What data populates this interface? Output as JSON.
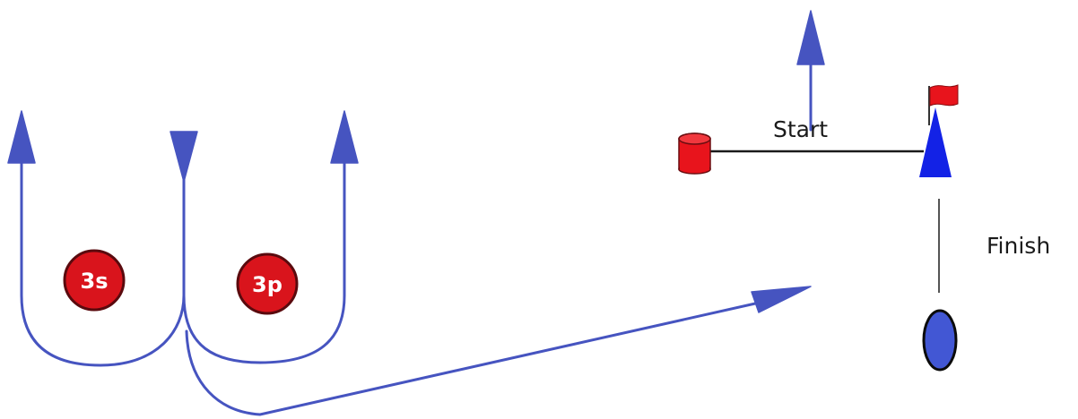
{
  "marks": {
    "port_gate_label": "3s",
    "starboard_gate_label": "3p"
  },
  "lines": {
    "start_label": "Start",
    "finish_label": "Finish"
  },
  "colors": {
    "route": "#4654c0",
    "mark_fill": "#d9141c",
    "mark_outline": "#5a0a0e",
    "committee_boat": "#1322e6",
    "flag": "#e8141c",
    "finish_buoy": "#4257d4",
    "line": "#1a1a1a",
    "text": "#1a1a1a"
  },
  "icons": {
    "start_pin": "red-cylinder-buoy-icon",
    "committee_boat": "blue-cone-with-red-flag-icon",
    "finish_pin": "blue-oval-buoy-icon"
  }
}
